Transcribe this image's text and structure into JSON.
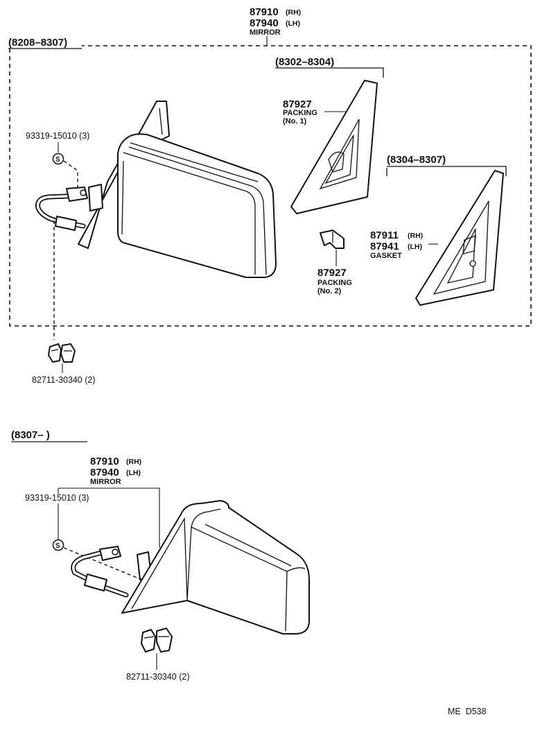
{
  "upper": {
    "date_range": "(8208–8307)",
    "mirror": {
      "pn_rh": "87910",
      "rh": "(RH)",
      "pn_lh": "87940",
      "lh": "(LH)",
      "name": "MIRROR"
    },
    "screw": {
      "code": "93319-15010 (3)",
      "symbol": "S"
    },
    "clip": {
      "code": "82711-30340 (2)"
    },
    "early_range": "(8302–8304)",
    "packing1": {
      "pn": "87927",
      "name": "PACKING",
      "note": "(No. 1)"
    },
    "packing2": {
      "pn": "87927",
      "name": "PACKING",
      "note": "(No. 2)"
    },
    "late_range": "(8304–8307)",
    "gasket": {
      "pn_rh": "87911",
      "rh": "(RH)",
      "pn_lh": "87941",
      "lh": "(LH)",
      "name": "GASKET"
    }
  },
  "lower": {
    "date_range": "(8307–        )",
    "mirror": {
      "pn_rh": "87910",
      "rh": "(RH)",
      "pn_lh": "87940",
      "lh": "(LH)",
      "name": "MIRROR"
    },
    "screw": {
      "code": "93319-15010 (3)",
      "symbol": "S"
    },
    "clip": {
      "code": "82711-30340 (2)"
    }
  },
  "footer": {
    "code": "ME  D538"
  }
}
